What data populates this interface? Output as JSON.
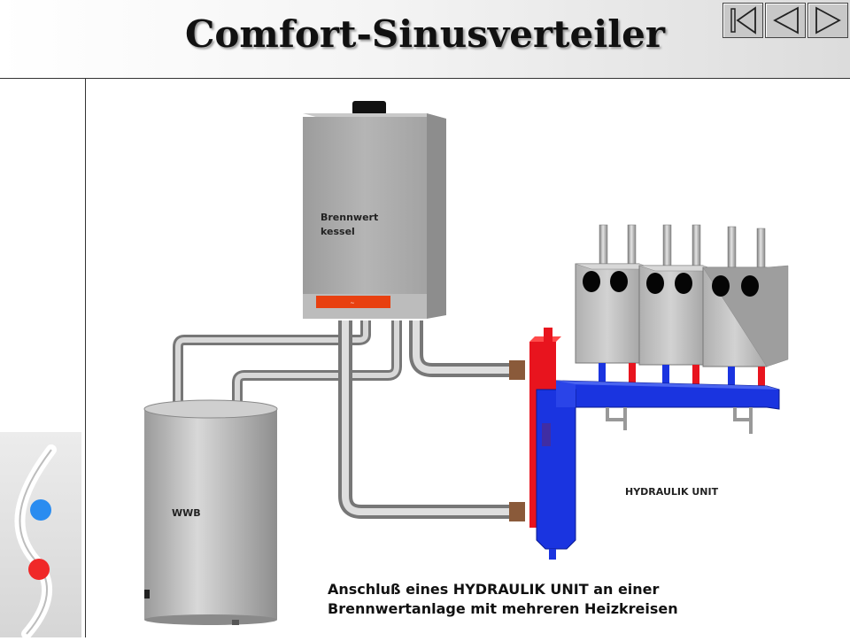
{
  "title": "Comfort-Sinusverteiler",
  "nav": {
    "first_icon": "skip-to-first-icon",
    "prev_icon": "previous-icon",
    "next_icon": "next-icon"
  },
  "diagram": {
    "boiler_label": "Brennwert\nkessel",
    "tank_label": "WWB",
    "unit_label": "HYDRAULIK UNIT",
    "caption_line1": "Anschluß eines HYDRAULIK UNIT an einer",
    "caption_line2": "Brennwertanlage mit mehreren Heizkreisen"
  },
  "colors": {
    "flow_red": "#e8141e",
    "return_blue": "#1a34e0",
    "pipe_grey": "#a8a8a8",
    "boiler_accent": "#e84010"
  }
}
